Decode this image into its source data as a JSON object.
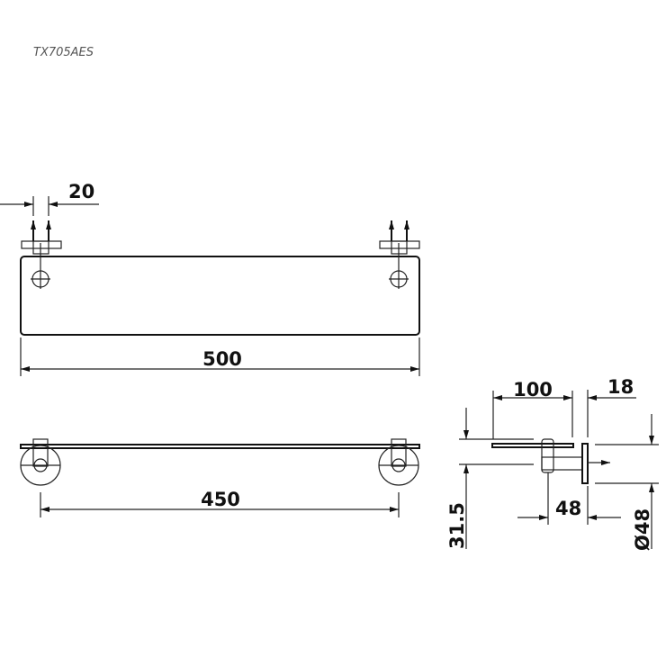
{
  "model_code": "TX705AES",
  "dimensions": {
    "bracket_spacing": "20",
    "shelf_length": "500",
    "mount_spacing": "450",
    "shelf_depth": "100",
    "plate_thickness": "18",
    "height_offset": "31.5",
    "arm_projection": "48",
    "plate_diameter": "Ø48"
  },
  "colors": {
    "line": "#222222",
    "title": "#555555"
  }
}
